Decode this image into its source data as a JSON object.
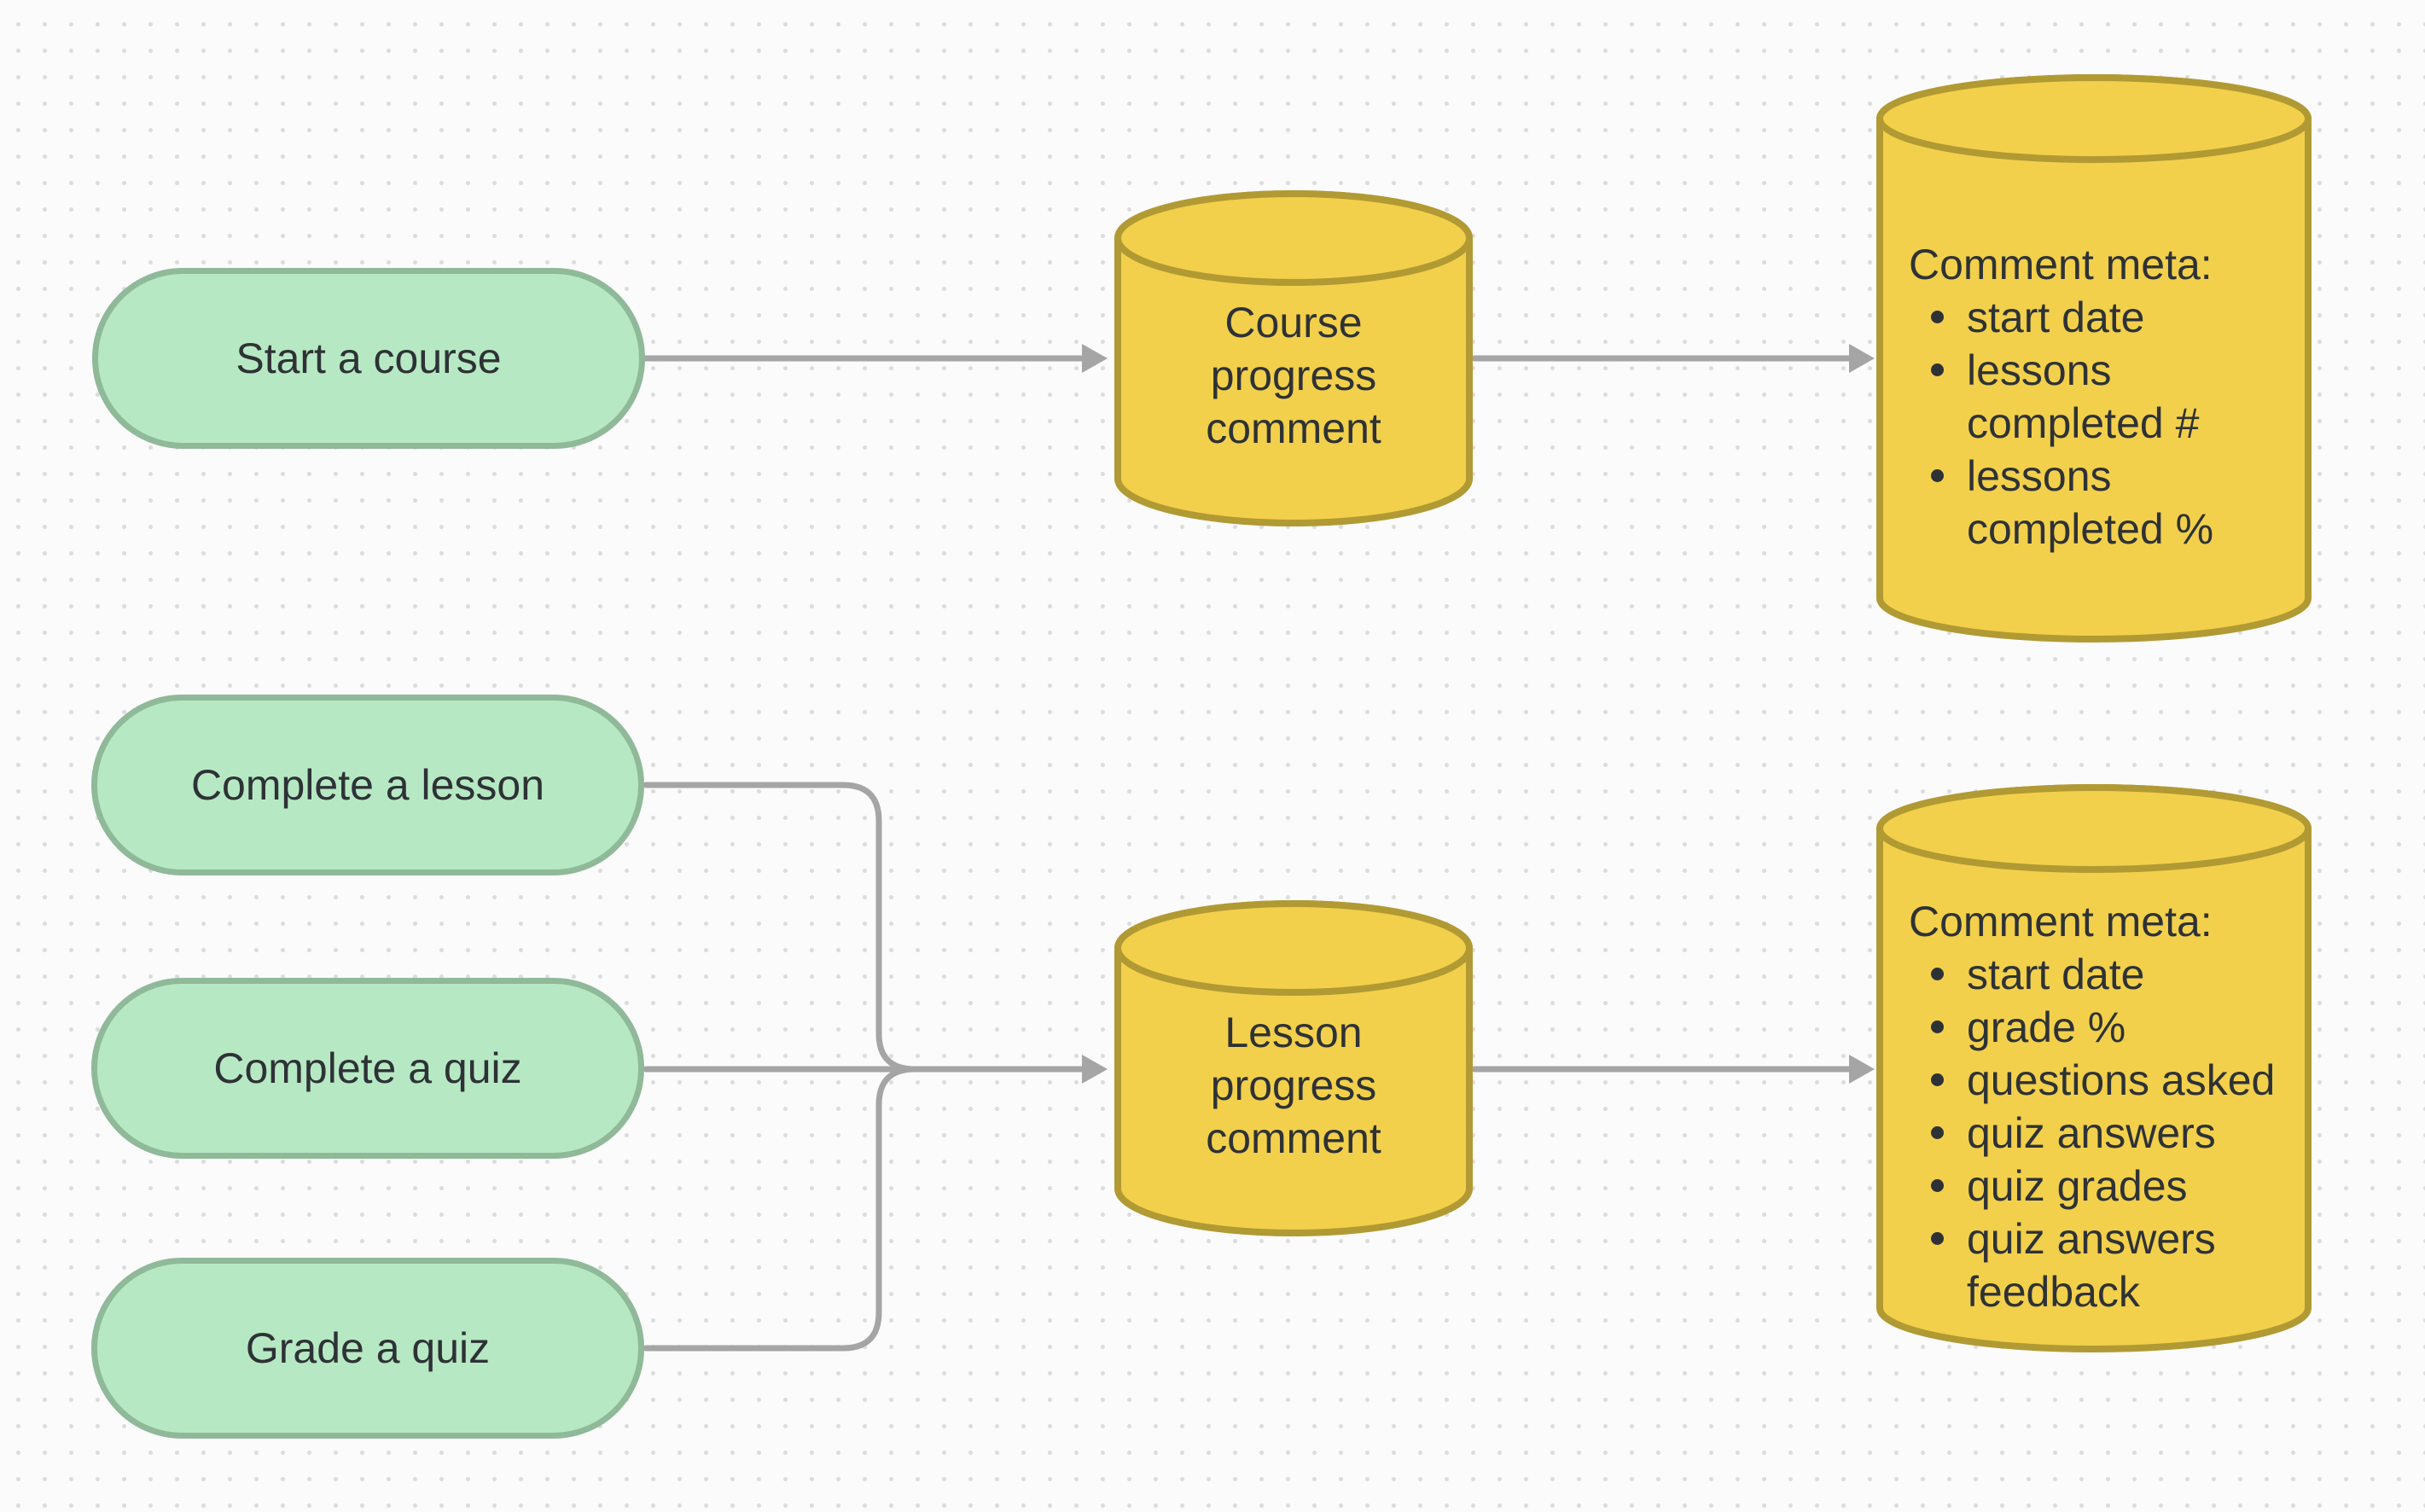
{
  "colors": {
    "canvas_bg": "#fbfbfb",
    "grid_dot": "#dcdcdc",
    "pill_fill": "#b6e9c3",
    "pill_border": "#8fb999",
    "cyl_fill": "#f2d04b",
    "cyl_border": "#b19a33",
    "arrow": "#a5a5a5",
    "ink": "#2e3236"
  },
  "pills": {
    "start_course": {
      "label": "Start a course"
    },
    "complete_lesson": {
      "label": "Complete a lesson"
    },
    "complete_quiz": {
      "label": "Complete a quiz"
    },
    "grade_quiz": {
      "label": "Grade a quiz"
    }
  },
  "cylinders": {
    "course_progress": {
      "label": "Course progress comment"
    },
    "lesson_progress": {
      "label": "Lesson progress comment"
    },
    "course_meta": {
      "header": "Comment meta:",
      "items": [
        "start date",
        "lessons completed #",
        "lessons completed %"
      ]
    },
    "lesson_meta": {
      "header": "Comment meta:",
      "items": [
        "start date",
        "grade %",
        "questions asked",
        "quiz answers",
        "quiz grades",
        "quiz answers feedback"
      ]
    }
  }
}
